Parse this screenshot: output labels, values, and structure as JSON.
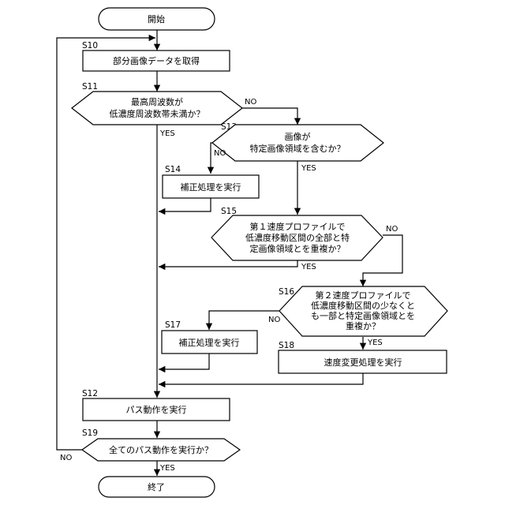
{
  "flowchart": {
    "start": "開始",
    "end": "終了",
    "steps": {
      "s10": {
        "id": "S10",
        "line1": "部分画像データを取得"
      },
      "s11": {
        "id": "S11",
        "line1": "最高周波数が",
        "line2": "低濃度周波数帯未満か？"
      },
      "s13": {
        "id": "S13",
        "line1": "画像が",
        "line2": "特定画像領域を含むか？"
      },
      "s14": {
        "id": "S14",
        "line1": "補正処理を実行"
      },
      "s15": {
        "id": "S15",
        "line1": "第１速度プロファイルで",
        "line2": "低濃度移動区間の全部と特",
        "line3": "定画像領域とを重複か？"
      },
      "s16": {
        "id": "S16",
        "line1": "第２速度プロファイルで",
        "line2": "低濃度移動区間の少なくと",
        "line3": "も一部と特定画像領域とを",
        "line4": "重複か？"
      },
      "s17": {
        "id": "S17",
        "line1": "補正処理を実行"
      },
      "s18": {
        "id": "S18",
        "line1": "速度変更処理を実行"
      },
      "s12": {
        "id": "S12",
        "line1": "パス動作を実行"
      },
      "s19": {
        "id": "S19",
        "line1": "全てのパス動作を実行か？"
      }
    },
    "branch_labels": {
      "s11_no": "NO",
      "s11_yes": "YES",
      "s13_no": "NO",
      "s13_yes": "YES",
      "s15_no": "NO",
      "s15_yes": "YES",
      "s16_no": "NO",
      "s16_yes": "YES",
      "s19_no": "NO",
      "s19_yes": "YES"
    }
  }
}
